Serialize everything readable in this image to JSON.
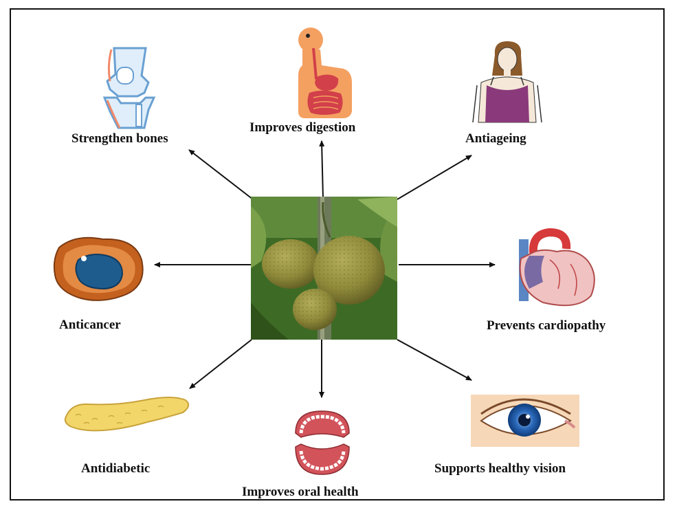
{
  "center": {
    "subject": "jackfruit"
  },
  "benefits": [
    {
      "id": "bones",
      "label": "Strengthen bones",
      "icon": "knee-joint-icon"
    },
    {
      "id": "digestion",
      "label": "Improves digestion",
      "icon": "digestive-system-icon"
    },
    {
      "id": "antiageing",
      "label": "Antiageing",
      "icon": "woman-figure-icon"
    },
    {
      "id": "anticancer",
      "label": "Anticancer",
      "icon": "cancer-cell-icon"
    },
    {
      "id": "cardio",
      "label": "Prevents cardiopathy",
      "icon": "heart-icon"
    },
    {
      "id": "antidiabetic",
      "label": "Antidiabetic",
      "icon": "pancreas-icon"
    },
    {
      "id": "oral",
      "label": "Improves oral health",
      "icon": "teeth-icon"
    },
    {
      "id": "vision",
      "label": "Supports healthy vision",
      "icon": "eye-icon"
    }
  ],
  "colors": {
    "arrow": "#111111",
    "frame": "#111111",
    "jackfruit": "#8f8a3a",
    "foliage": "#3d6b25"
  }
}
